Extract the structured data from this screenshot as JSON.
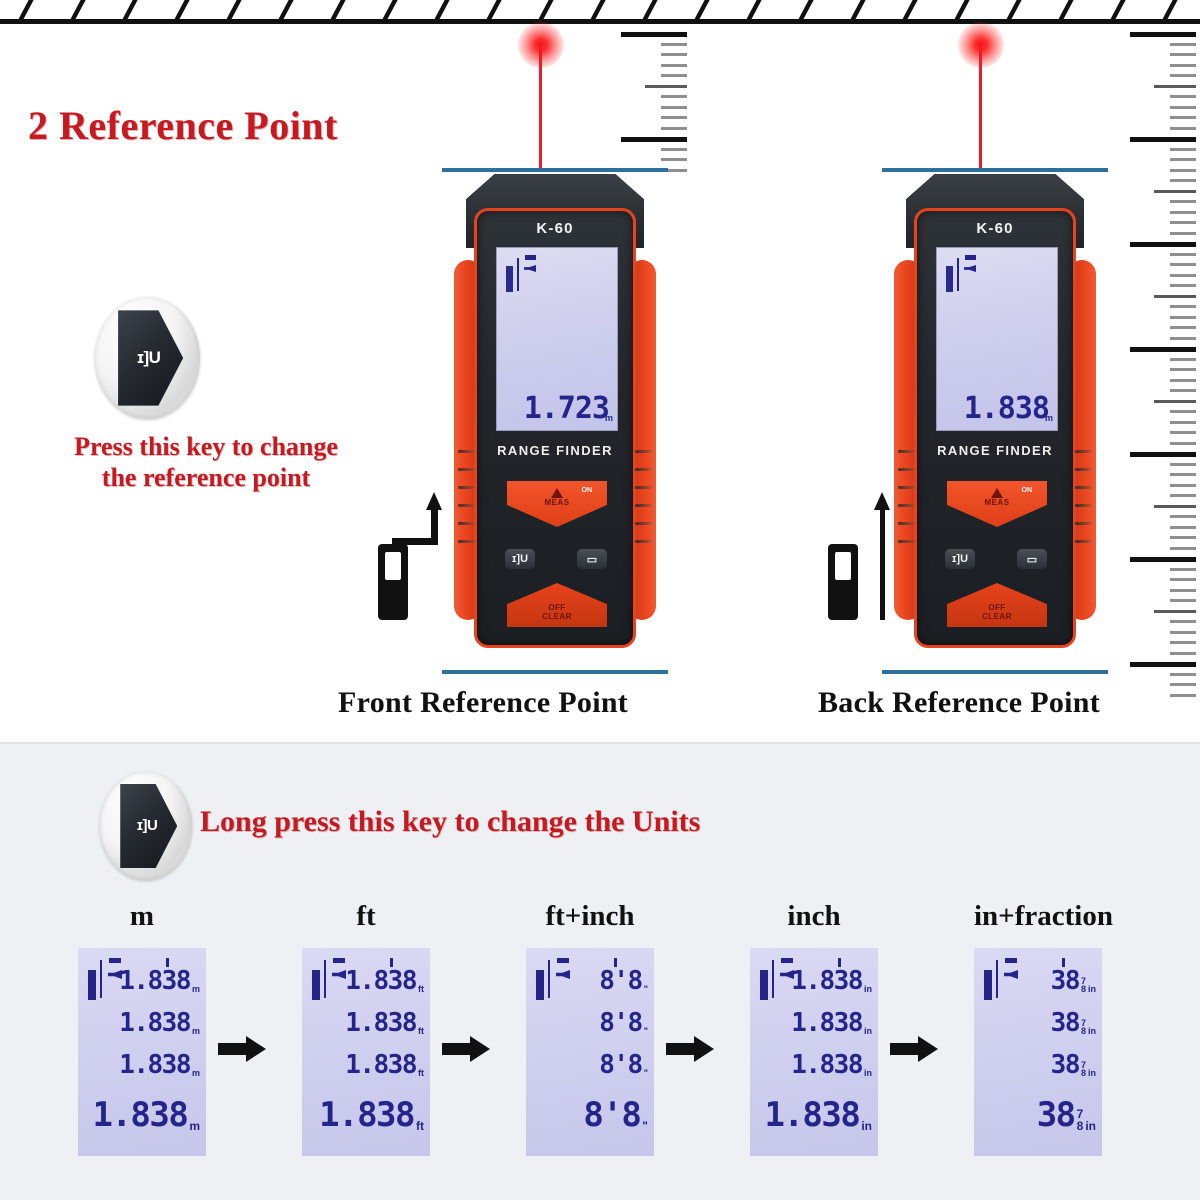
{
  "top": {
    "headline": "2 Reference Point",
    "press_caption_line1": "Press this key to change",
    "press_caption_line2": "the reference point",
    "key_glyph": "ɪ]U",
    "devices": [
      {
        "model": "K-60",
        "brand": "RANGE FINDER",
        "reading": "1.723",
        "unit": "m",
        "caption": "Front Reference Point",
        "btn_on": "ON",
        "btn_meas": "MEAS",
        "btn_off": "OFF",
        "btn_clear": "CLEAR",
        "btn_unit_glyph": "ɪ]U",
        "btn_mode_glyph": "▭"
      },
      {
        "model": "K-60",
        "brand": "RANGE FINDER",
        "reading": "1.838",
        "unit": "m",
        "caption": "Back Reference Point",
        "btn_on": "ON",
        "btn_meas": "MEAS",
        "btn_off": "OFF",
        "btn_clear": "CLEAR",
        "btn_unit_glyph": "ɪ]U",
        "btn_mode_glyph": "▭"
      }
    ]
  },
  "bottom": {
    "units_caption": "Long press this key to change the Units",
    "key_glyph": "ɪ]U",
    "panels": [
      {
        "label": "m",
        "rows": [
          {
            "value": "1.838",
            "unit": "m"
          },
          {
            "value": "1.838",
            "unit": "m"
          },
          {
            "value": "1.838",
            "unit": "m"
          },
          {
            "value": "1.838",
            "unit": "m"
          }
        ]
      },
      {
        "label": "ft",
        "rows": [
          {
            "value": "1.838",
            "unit": "ft"
          },
          {
            "value": "1.838",
            "unit": "ft"
          },
          {
            "value": "1.838",
            "unit": "ft"
          },
          {
            "value": "1.838",
            "unit": "ft"
          }
        ]
      },
      {
        "label": "ft+inch",
        "rows": [
          {
            "value": "8'8",
            "unit": "\""
          },
          {
            "value": "8'8",
            "unit": "\""
          },
          {
            "value": "8'8",
            "unit": "\""
          },
          {
            "value": "8'8",
            "unit": "\""
          }
        ]
      },
      {
        "label": "inch",
        "rows": [
          {
            "value": "1.838",
            "unit": "in"
          },
          {
            "value": "1.838",
            "unit": "in"
          },
          {
            "value": "1.838",
            "unit": "in"
          },
          {
            "value": "1.838",
            "unit": "in"
          }
        ]
      },
      {
        "label": "in+fraction",
        "rows": [
          {
            "value": "38",
            "frac_num": "7",
            "frac_den": "8",
            "unit": "in"
          },
          {
            "value": "38",
            "frac_num": "7",
            "frac_den": "8",
            "unit": "in"
          },
          {
            "value": "38",
            "frac_num": "7",
            "frac_den": "8",
            "unit": "in"
          },
          {
            "value": "38",
            "frac_num": "7",
            "frac_den": "8",
            "unit": "in"
          }
        ]
      }
    ]
  },
  "colors": {
    "red_text": "#c7191f",
    "device_orange": "#e8431d",
    "laser_red": "#ec1c24",
    "lcd_blue": "#24248a",
    "lcd_bg": "#cdcdee",
    "bottom_bg": "#eff0f4"
  }
}
